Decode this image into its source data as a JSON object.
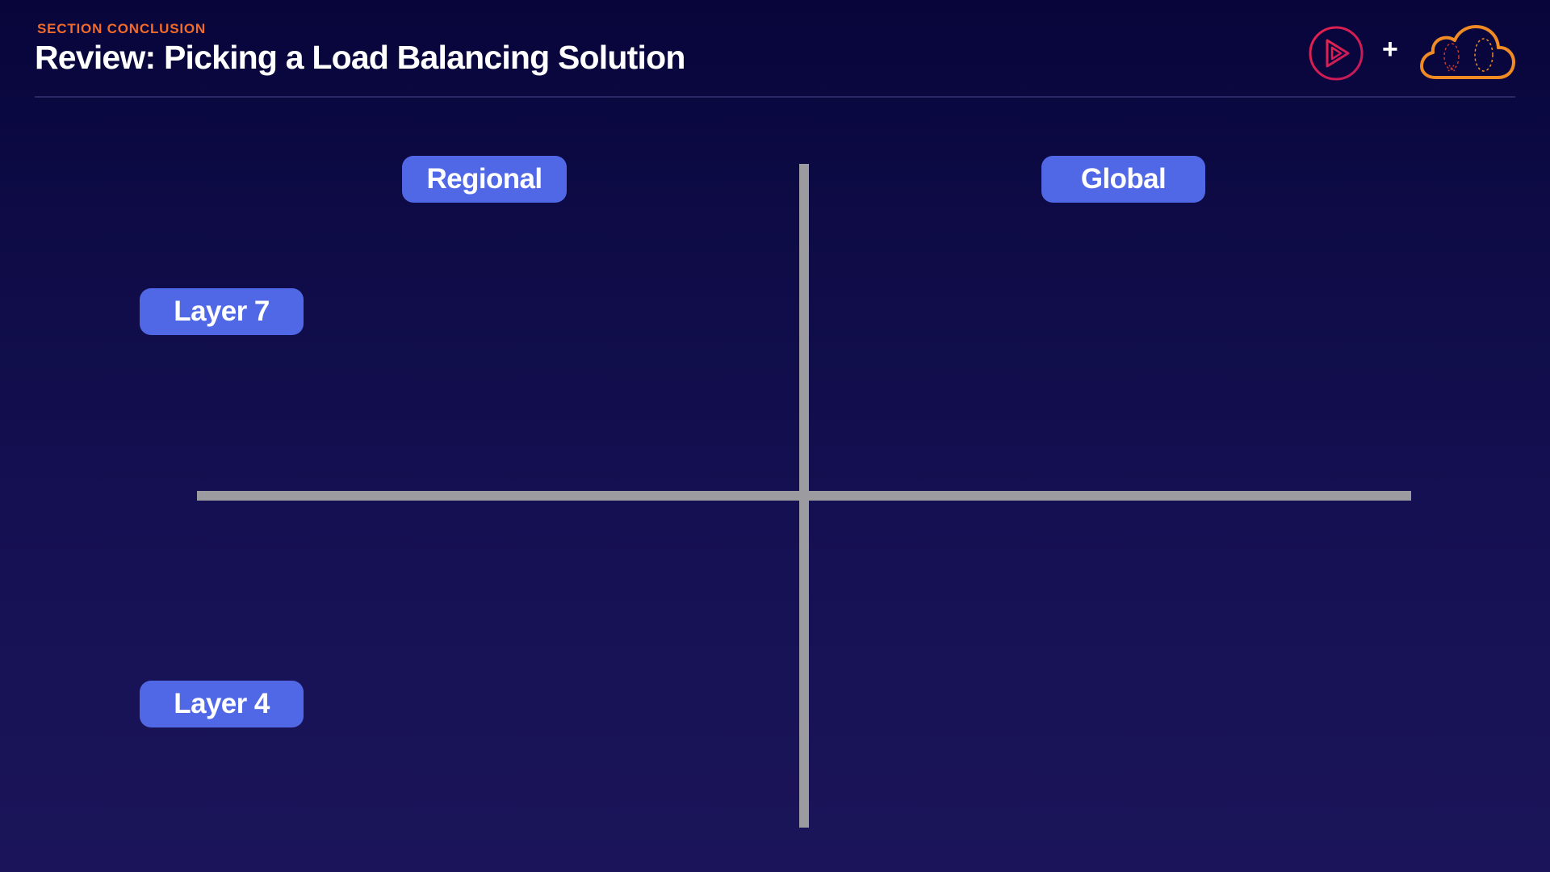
{
  "header": {
    "section_label": "SECTION CONCLUSION",
    "title": "Review: Picking a Load Balancing Solution",
    "plus_sign": "+",
    "logos": [
      "pluralsight-play-icon",
      "cloud-icon"
    ]
  },
  "diagram": {
    "columns": [
      {
        "label": "Regional"
      },
      {
        "label": "Global"
      }
    ],
    "rows": [
      {
        "label": "Layer 7"
      },
      {
        "label": "Layer 4"
      }
    ]
  },
  "colors": {
    "accent_orange": "#f26b2a",
    "pill_blue": "#5068e6",
    "axis_gray": "#9b9ba0",
    "logo_red": "#e5234e",
    "background_top": "#07053a",
    "background_bottom": "#1b145a"
  }
}
